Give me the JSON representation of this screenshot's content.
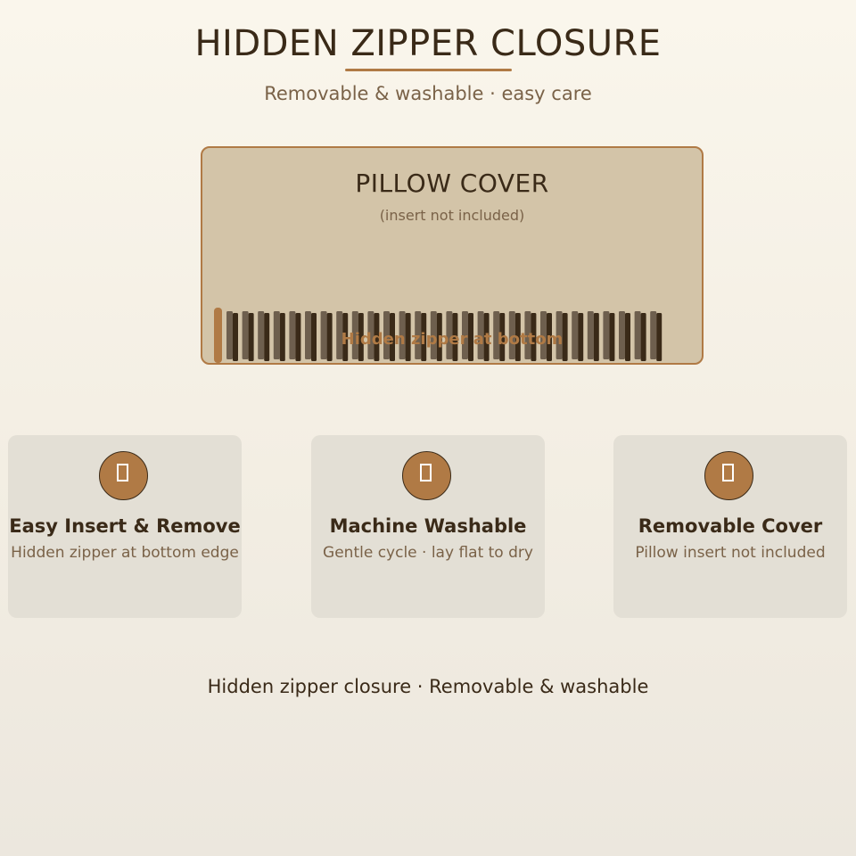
{
  "header": {
    "title": "HIDDEN ZIPPER CLOSURE",
    "subtitle": "Removable & washable · easy care"
  },
  "pillow": {
    "title": "PILLOW COVER",
    "subtitle": "(insert not included)",
    "zipper_label": "Hidden zipper at bottom"
  },
  "features": [
    {
      "icon": "document-icon",
      "title": "Easy Insert & Remove",
      "desc": "Hidden zipper at bottom edge"
    },
    {
      "icon": "document-icon",
      "title": "Machine Washable",
      "desc": "Gentle cycle · lay flat to dry"
    },
    {
      "icon": "document-icon",
      "title": "Removable Cover",
      "desc": "Pillow insert not included"
    }
  ],
  "footer": {
    "text": "Hidden zipper closure · Removable & washable"
  },
  "colors": {
    "accent": "#b07a45",
    "text_dark": "#3a2a18",
    "text_muted": "#7a6248",
    "pillow_fill": "#d3c4a8",
    "card_fill": "#e3dfd5"
  }
}
